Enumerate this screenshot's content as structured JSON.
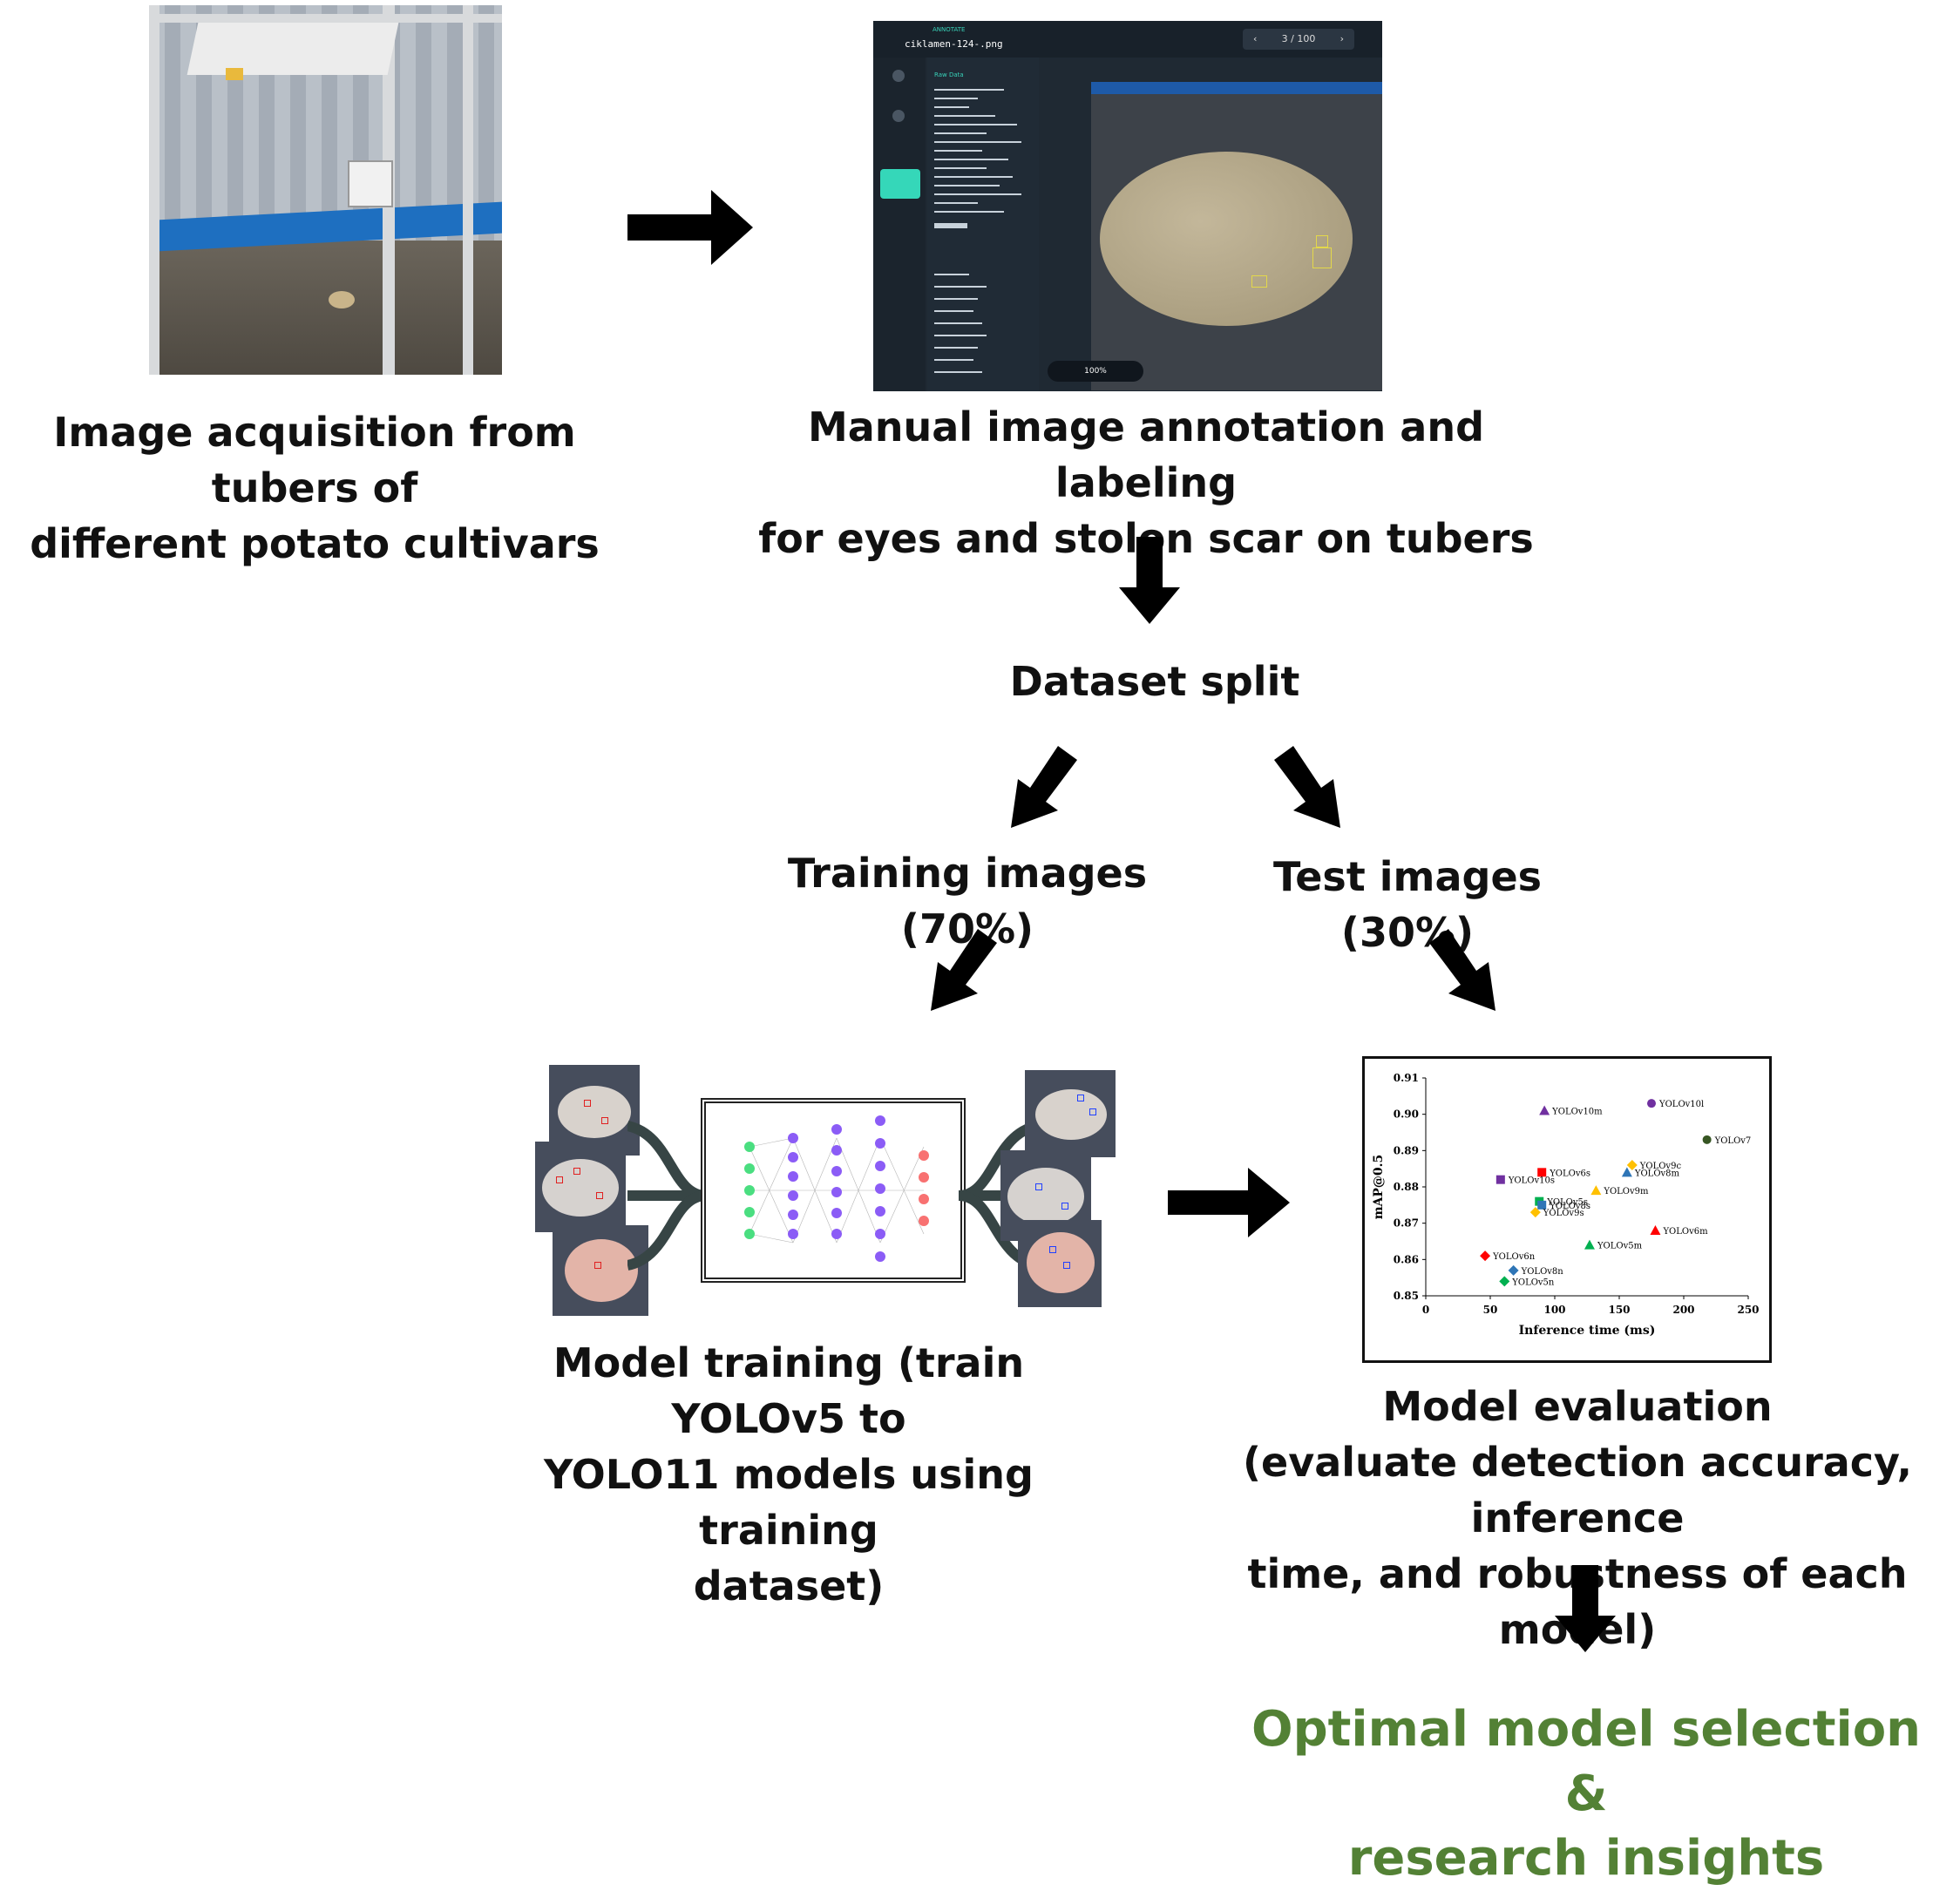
{
  "steps": {
    "acquisition": [
      "Image acquisition from tubers of",
      "different potato cultivars"
    ],
    "annotation": [
      "Manual image annotation and labeling",
      "for eyes and stolon scar on tubers"
    ],
    "split": "Dataset split",
    "train_split": "Training images (70%)",
    "test_split": "Test images (30%)",
    "training": [
      "Model training (train YOLOv5 to",
      "YOLO11 models using training",
      "dataset)"
    ],
    "evaluation": [
      "Model evaluation",
      "(evaluate detection accuracy, inference",
      "time, and robustness of each model)"
    ],
    "outcome": [
      "Optimal model selection &",
      "research insights"
    ]
  },
  "annotation_tool": {
    "filename": "ciklamen-124-.png",
    "brand": "ANNOTATE",
    "page": "3 / 100",
    "zoom": "100%",
    "panel_title": "Raw Data"
  },
  "colors": {
    "outcome_text": "#538135",
    "arrow": "#000000"
  },
  "chart_data": {
    "type": "scatter",
    "xlabel": "Inference time (ms)",
    "ylabel": "mAP@0.5",
    "xlim": [
      0,
      250
    ],
    "ylim": [
      0.85,
      0.91
    ],
    "xticks": [
      0,
      50,
      100,
      150,
      200,
      250
    ],
    "yticks": [
      0.85,
      0.86,
      0.87,
      0.88,
      0.89,
      0.9,
      0.91
    ],
    "grid": false,
    "points": [
      {
        "label": "YOLOv10l",
        "x": 175,
        "y": 0.903,
        "color": "#7030a0",
        "marker": "circle"
      },
      {
        "label": "YOLOv10m",
        "x": 92,
        "y": 0.901,
        "color": "#7030a0",
        "marker": "triangle"
      },
      {
        "label": "YOLOv7",
        "x": 218,
        "y": 0.893,
        "color": "#375623",
        "marker": "circle"
      },
      {
        "label": "YOLOv9c",
        "x": 160,
        "y": 0.886,
        "color": "#ffc000",
        "marker": "diamond"
      },
      {
        "label": "YOLOv8m",
        "x": 156,
        "y": 0.884,
        "color": "#2e75b6",
        "marker": "triangle"
      },
      {
        "label": "YOLOv6s",
        "x": 90,
        "y": 0.884,
        "color": "#ff0000",
        "marker": "square"
      },
      {
        "label": "YOLOv10s",
        "x": 58,
        "y": 0.882,
        "color": "#7030a0",
        "marker": "square"
      },
      {
        "label": "YOLOv9m",
        "x": 132,
        "y": 0.879,
        "color": "#ffc000",
        "marker": "triangle"
      },
      {
        "label": "YOLOv5s",
        "x": 88,
        "y": 0.876,
        "color": "#00b050",
        "marker": "square"
      },
      {
        "label": "YOLOv8s",
        "x": 90,
        "y": 0.875,
        "color": "#2e75b6",
        "marker": "square"
      },
      {
        "label": "YOLOv9s",
        "x": 85,
        "y": 0.873,
        "color": "#ffc000",
        "marker": "diamond"
      },
      {
        "label": "YOLOv6m",
        "x": 178,
        "y": 0.868,
        "color": "#ff0000",
        "marker": "triangle"
      },
      {
        "label": "YOLOv5m",
        "x": 127,
        "y": 0.864,
        "color": "#00b050",
        "marker": "triangle"
      },
      {
        "label": "YOLOv6n",
        "x": 46,
        "y": 0.861,
        "color": "#ff0000",
        "marker": "diamond"
      },
      {
        "label": "YOLOv8n",
        "x": 68,
        "y": 0.857,
        "color": "#2e75b6",
        "marker": "diamond"
      },
      {
        "label": "YOLOv5n",
        "x": 61,
        "y": 0.854,
        "color": "#00b050",
        "marker": "diamond"
      }
    ]
  }
}
